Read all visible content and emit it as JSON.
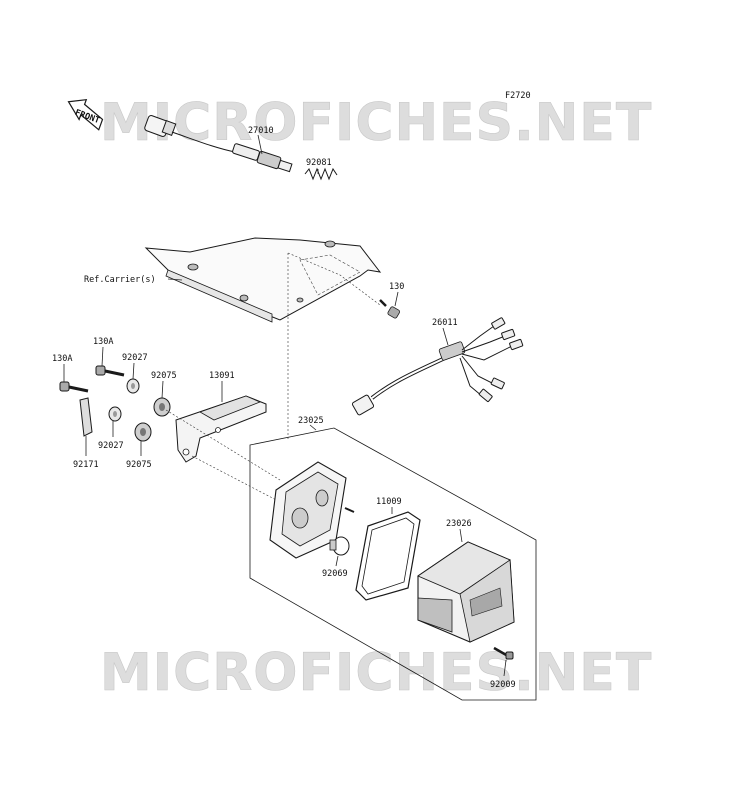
{
  "figure": {
    "code": "F2720",
    "watermark_text": "MICROFICHES.NET",
    "front_label": "FRONT",
    "colors": {
      "ink": "#1a1a1a",
      "watermark": "#d8d8d8",
      "background": "#ffffff"
    }
  },
  "references": [
    {
      "id": "ref-carrier",
      "text": "Ref.Carrier(s)"
    }
  ],
  "parts": [
    {
      "id": "27010",
      "number": "27010"
    },
    {
      "id": "92081",
      "number": "92081"
    },
    {
      "id": "130",
      "number": "130"
    },
    {
      "id": "26011",
      "number": "26011"
    },
    {
      "id": "130A-top",
      "number": "130A"
    },
    {
      "id": "130A-left",
      "number": "130A"
    },
    {
      "id": "92027-top",
      "number": "92027"
    },
    {
      "id": "92075-top",
      "number": "92075"
    },
    {
      "id": "13091",
      "number": "13091"
    },
    {
      "id": "23025",
      "number": "23025"
    },
    {
      "id": "92171",
      "number": "92171"
    },
    {
      "id": "92027-bottom",
      "number": "92027"
    },
    {
      "id": "92075-bottom",
      "number": "92075"
    },
    {
      "id": "11009",
      "number": "11009"
    },
    {
      "id": "23026",
      "number": "23026"
    },
    {
      "id": "92069",
      "number": "92069"
    },
    {
      "id": "92009",
      "number": "92009"
    }
  ]
}
